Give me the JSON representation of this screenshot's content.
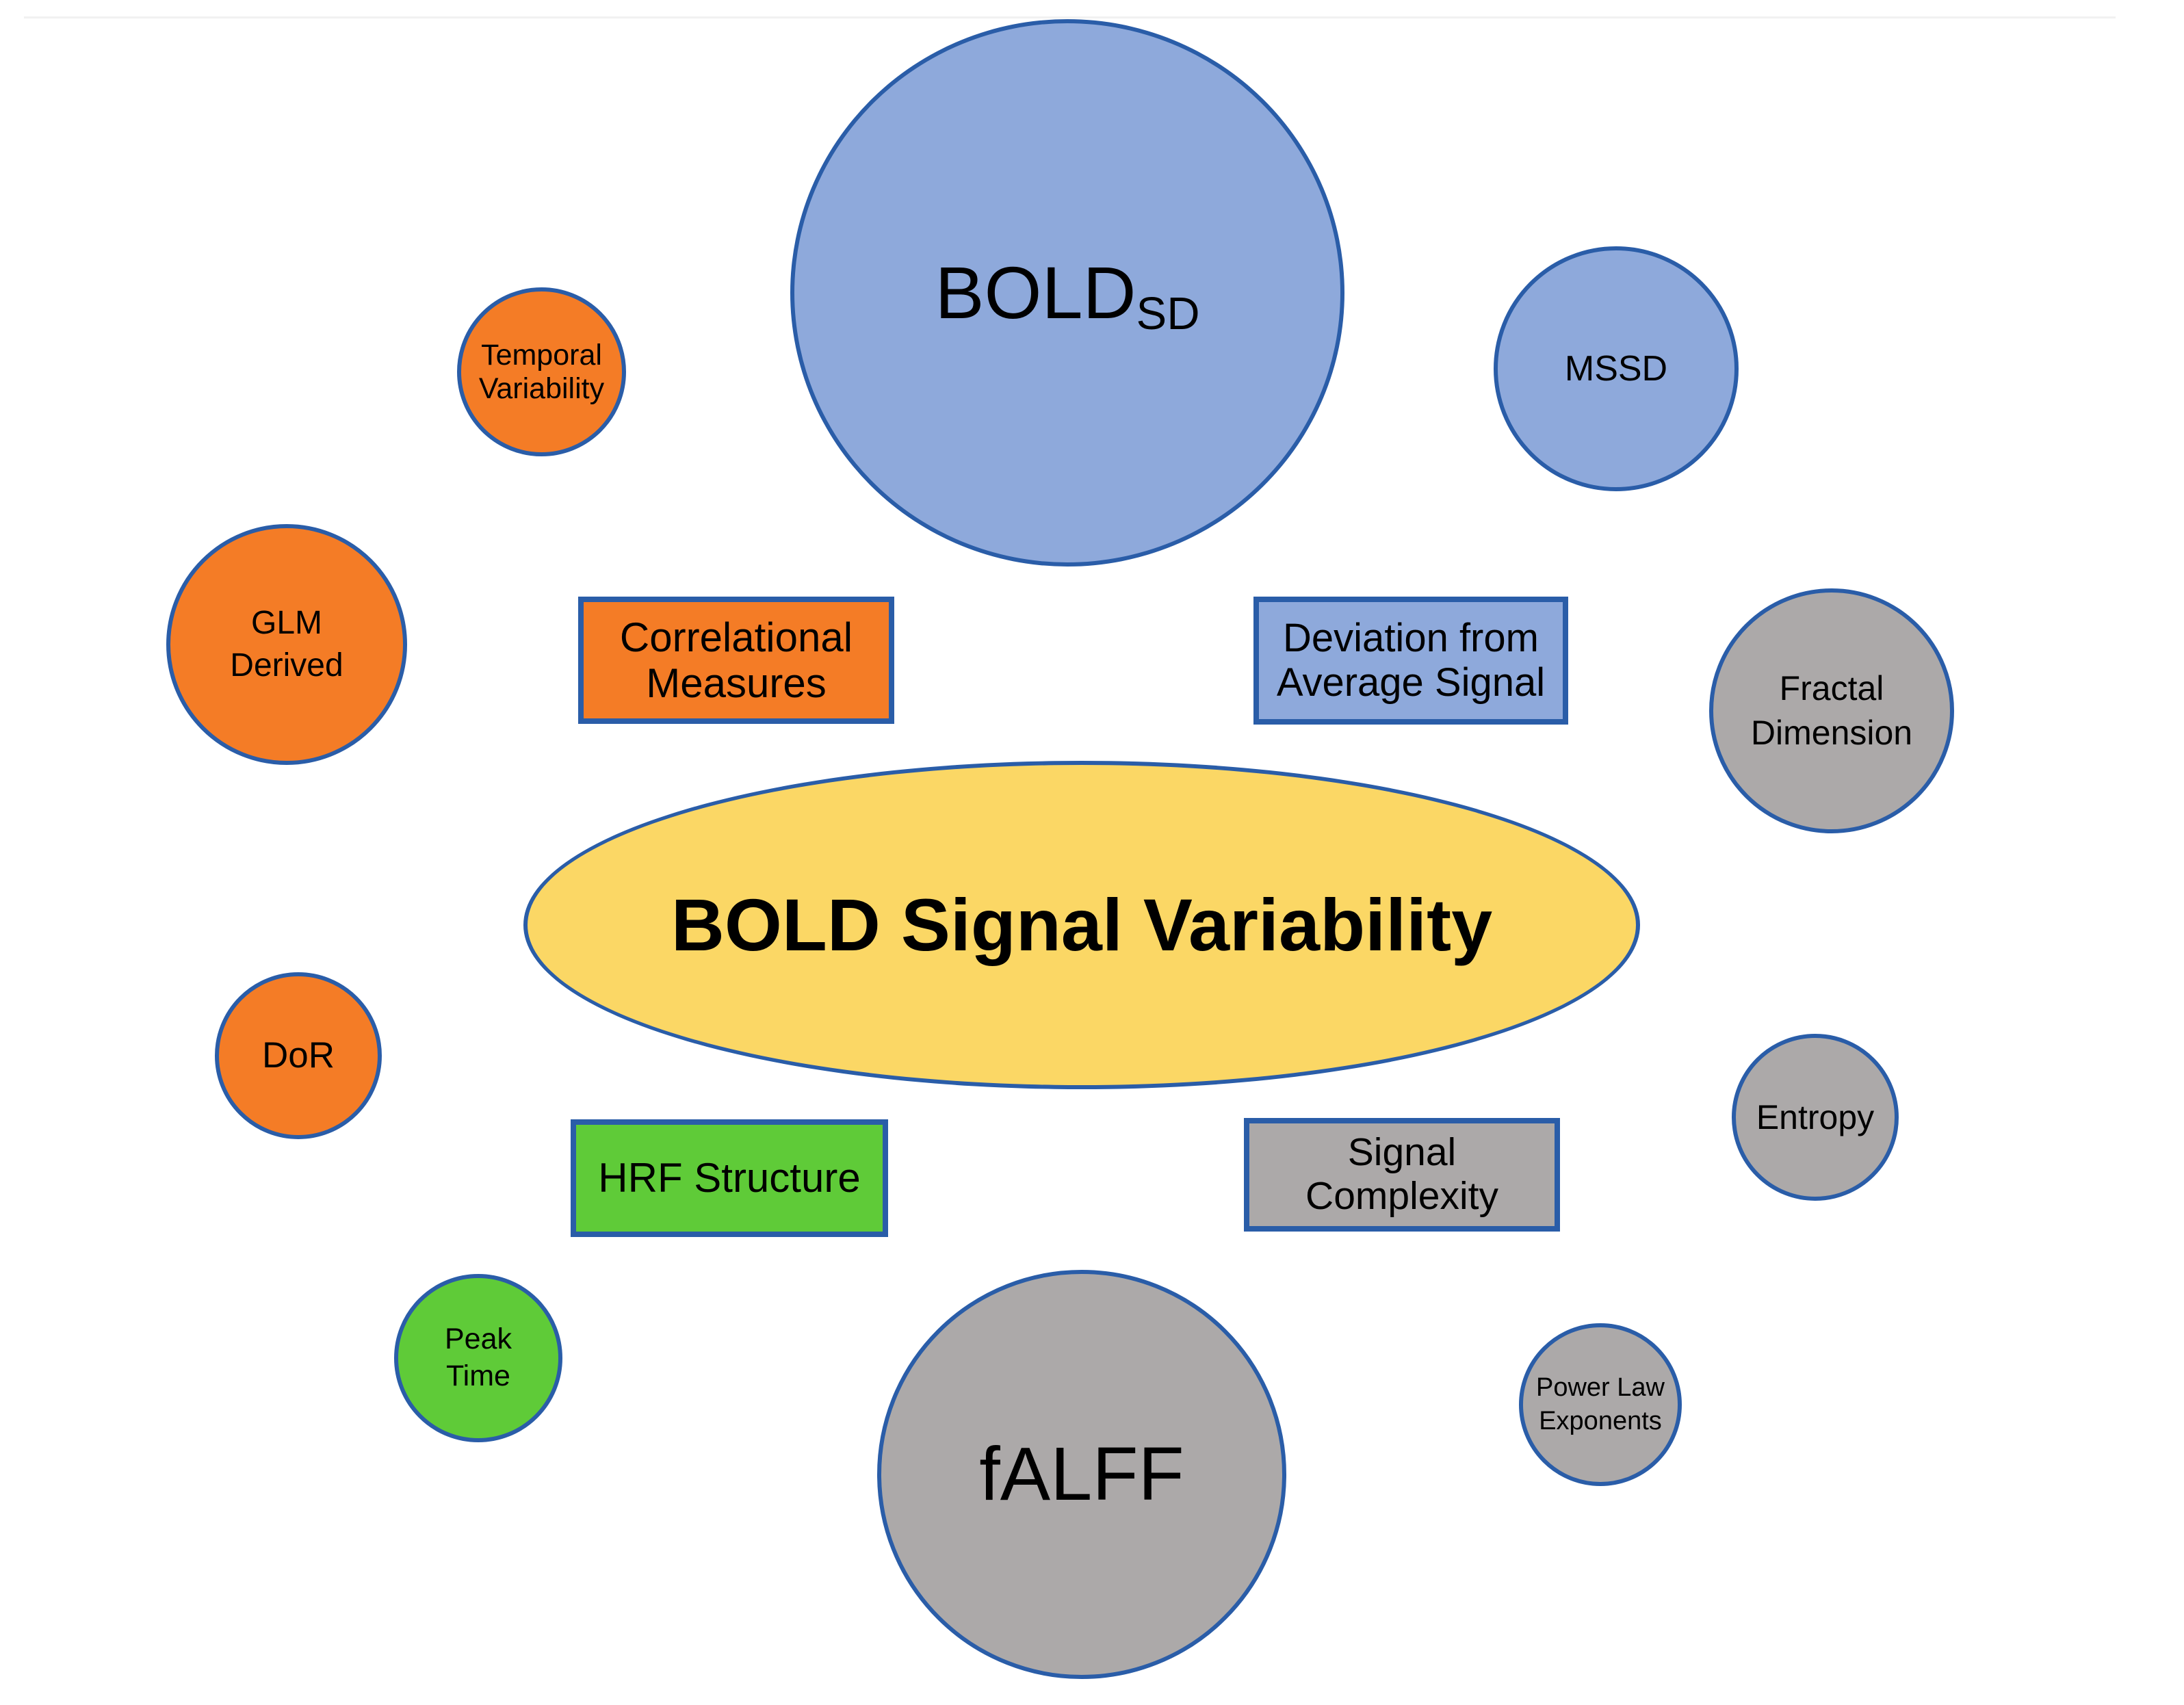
{
  "center_ellipse": {
    "label": "BOLD Signal Variability"
  },
  "shapes": {
    "bold_sd": {
      "main": "BOLD",
      "sub": "SD"
    },
    "temporal_variability": {
      "lines": [
        "Temporal",
        "Variability"
      ]
    },
    "mssd": {
      "label": "MSSD"
    },
    "glm_derived": {
      "lines": [
        "GLM",
        "Derived"
      ]
    },
    "correlational_measures": {
      "lines": [
        "Correlational",
        "Measures"
      ]
    },
    "deviation_from_average_signal": {
      "lines": [
        "Deviation from",
        "Average Signal"
      ]
    },
    "fractal_dimension": {
      "lines": [
        "Fractal",
        "Dimension"
      ]
    },
    "dor": {
      "label": "DoR"
    },
    "hrf_structure": {
      "label": "HRF Structure"
    },
    "signal_complexity": {
      "lines": [
        "Signal",
        "Complexity"
      ]
    },
    "entropy": {
      "label": "Entropy"
    },
    "peak_time": {
      "lines": [
        "Peak",
        "Time"
      ]
    },
    "falff": {
      "label": "fALFF"
    },
    "power_law_exponents": {
      "lines": [
        "Power Law",
        "Exponents"
      ]
    }
  },
  "colors": {
    "blue_fill": "#8EA9DB",
    "orange_fill": "#F47C26",
    "gray_fill": "#ACA9A9",
    "green_fill": "#5FCB38",
    "yellow_fill": "#FBD765",
    "outline_blue": "#2A5DA8",
    "text": "#000000",
    "background": "#FFFFFF"
  }
}
